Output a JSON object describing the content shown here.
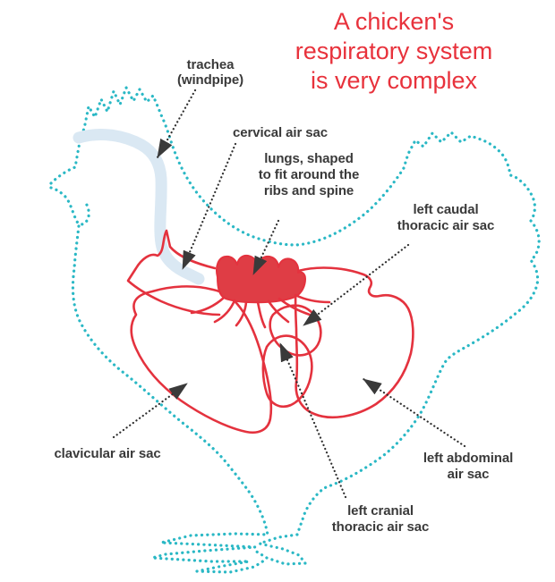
{
  "title": {
    "line1": "A chicken's",
    "line2": "respiratory system",
    "line3": "is very complex"
  },
  "labels": {
    "trachea": {
      "line1": "trachea",
      "line2": "(windpipe)"
    },
    "cervical": {
      "line1": "cervical air sac"
    },
    "lungs": {
      "line1": "lungs, shaped",
      "line2": "to fit around the",
      "line3": "ribs and spine"
    },
    "caudal": {
      "line1": "left caudal",
      "line2": "thoracic air sac"
    },
    "clavicular": {
      "line1": "clavicular air sac"
    },
    "abdominal": {
      "line1": "left abdominal",
      "line2": "air sac"
    },
    "cranial": {
      "line1": "left cranial",
      "line2": "thoracic air sac"
    }
  },
  "colors": {
    "title_red": "#e8323c",
    "diagram_red": "#e4323e",
    "lungs_fill": "#df3d45",
    "outline_teal": "#2ab8c5",
    "trachea_blue": "#dae8f3",
    "label_text": "#3a3a3a",
    "leader_line": "#2e2e2e",
    "arrowhead": "#3a3a3a",
    "background": "#ffffff"
  }
}
